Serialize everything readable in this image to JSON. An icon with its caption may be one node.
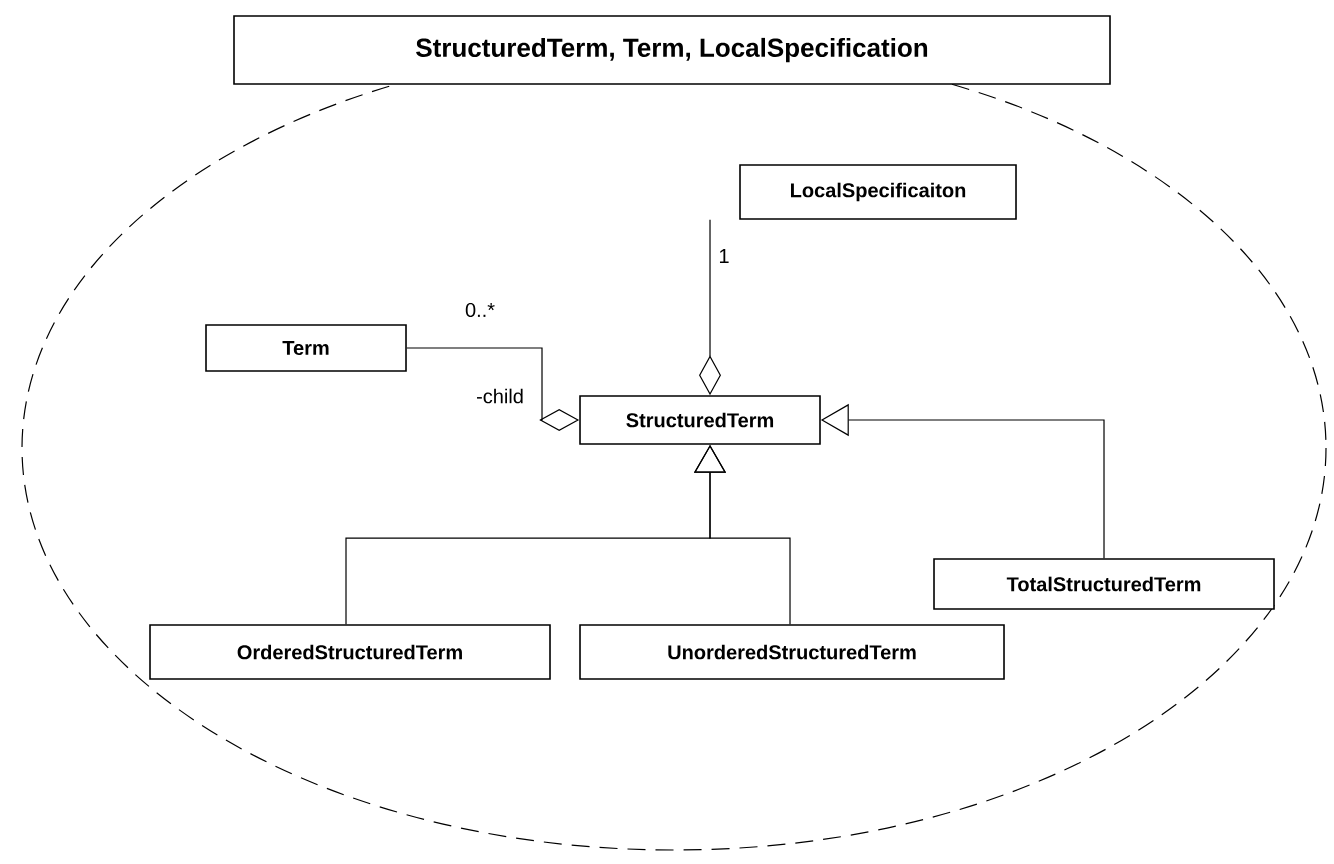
{
  "diagram": {
    "nodes": [
      {
        "text": [
          "StructuredTerm, Term, LocalSpecification"
        ]
      },
      {
        "text": [
          "LocalSpecificaiton"
        ],
        "in": 0
      },
      {
        "text": [
          "Term"
        ],
        "in": 0
      },
      {
        "text": [
          "StructuredTerm"
        ],
        "in": 0
      },
      {
        "text": [
          "TotalStructuredTerm"
        ],
        "in": 0
      },
      {
        "text": [
          "OrderedStructuredTerm"
        ],
        "in": 0
      },
      {
        "text": [
          "UnorderedStructuredTerm"
        ],
        "in": 0
      }
    ],
    "edges": [
      {
        "from": 1,
        "to": 3,
        "arrow": "other",
        "label": "1"
      },
      {
        "from": 2,
        "to": 3,
        "arrow": "other",
        "label": "-child"
      },
      {
        "from": 4,
        "to": 3,
        "arrow": "to"
      },
      {
        "from": 5,
        "to": 3,
        "arrow": "to"
      },
      {
        "from": 6,
        "to": 3,
        "arrow": "to"
      }
    ],
    "labels": [
      "0..*"
    ]
  }
}
